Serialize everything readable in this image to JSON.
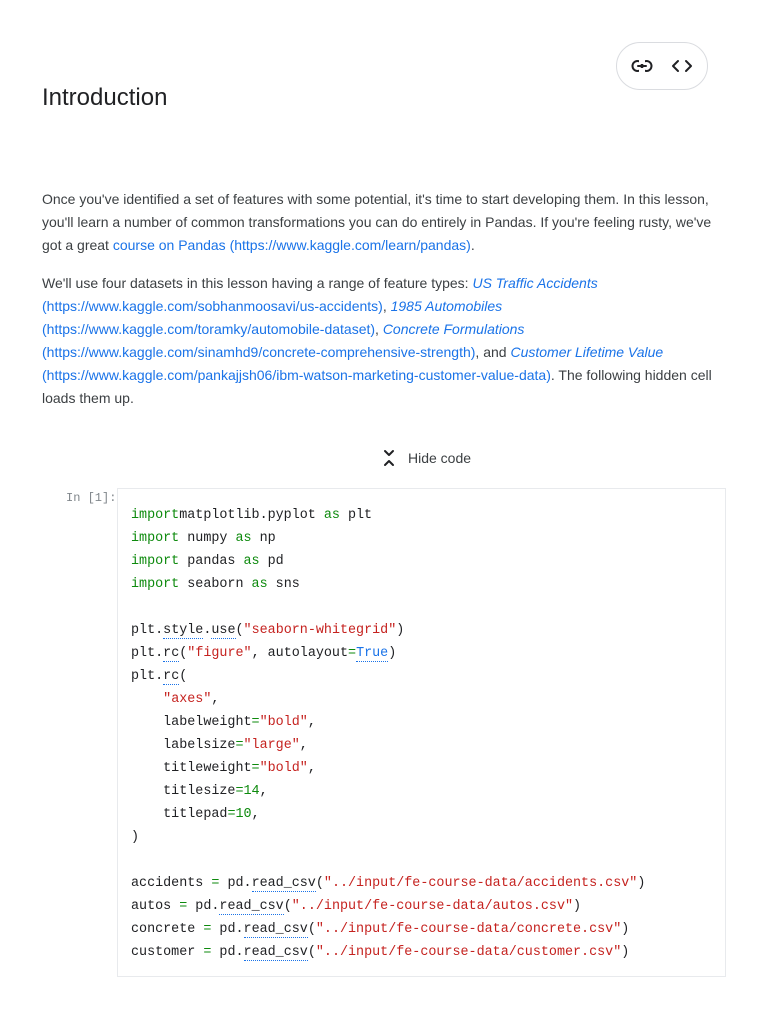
{
  "toolbar": {
    "link_icon": "link-icon",
    "code_icon": "code-brackets-icon"
  },
  "title": "Introduction",
  "intro": {
    "p1_before": "Once you've identified a set of features with some potential, it's time to start developing them. In this lesson, you'll learn a number of common transformations you can do entirely in Pandas. If you're feeling rusty, we've got a great ",
    "p1_link": "course on Pandas (https://www.kaggle.com/learn/pandas)",
    "p1_after": ".",
    "p2_before": "We'll use four datasets in this lesson having a range of feature types: ",
    "datasets": [
      {
        "name": "US Traffic Accidents",
        "url": "(https://www.kaggle.com/sobhanmoosavi/us-accidents)"
      },
      {
        "name": "1985 Automobiles",
        "url": "(https://www.kaggle.com/toramky/automobile-dataset)"
      },
      {
        "name": "Concrete Formulations",
        "url": "(https://www.kaggle.com/sinamhd9/concrete-comprehensive-strength)"
      },
      {
        "name": "Customer Lifetime Value",
        "url": "(https://www.kaggle.com/pankajjsh06/ibm-watson-marketing-customer-value-data)"
      }
    ],
    "sep_comma": ", ",
    "sep_and": ", and ",
    "p2_after": ". The following hidden cell loads them up."
  },
  "hide_code": {
    "label": "Hide code",
    "icon": "collapse-chevrons-icon"
  },
  "cell": {
    "prompt": "In [1]:",
    "lines": [
      [
        [
          "kw",
          "import"
        ],
        [
          "",
          "matplotlib.pyplot "
        ],
        [
          "kw",
          "as"
        ],
        [
          "",
          " plt"
        ]
      ],
      [
        [
          "kw",
          "import"
        ],
        [
          "",
          " numpy "
        ],
        [
          "kw",
          "as"
        ],
        [
          "",
          " np"
        ]
      ],
      [
        [
          "kw",
          "import"
        ],
        [
          "",
          " pandas "
        ],
        [
          "kw",
          "as"
        ],
        [
          "",
          " pd"
        ]
      ],
      [
        [
          "kw",
          "import"
        ],
        [
          "",
          " seaborn "
        ],
        [
          "kw",
          "as"
        ],
        [
          "",
          " sns"
        ]
      ],
      [],
      [
        [
          "",
          "plt."
        ],
        [
          "lnk",
          "style"
        ],
        [
          "",
          "."
        ],
        [
          "lnk",
          "use"
        ],
        [
          "",
          "("
        ],
        [
          "str",
          "\"seaborn-whitegrid\""
        ],
        [
          "",
          ")"
        ]
      ],
      [
        [
          "",
          "plt."
        ],
        [
          "lnk",
          "rc"
        ],
        [
          "",
          "("
        ],
        [
          "str",
          "\"figure\""
        ],
        [
          "",
          ", autolayout"
        ],
        [
          "op",
          "="
        ],
        [
          "kw-u",
          "True"
        ],
        [
          "",
          ")"
        ]
      ],
      [
        [
          "",
          "plt."
        ],
        [
          "lnk",
          "rc"
        ],
        [
          "",
          "("
        ]
      ],
      [
        [
          "",
          "    "
        ],
        [
          "str",
          "\"axes\""
        ],
        [
          "",
          ","
        ]
      ],
      [
        [
          "",
          "    labelweight"
        ],
        [
          "op",
          "="
        ],
        [
          "str",
          "\"bold\""
        ],
        [
          "",
          ","
        ]
      ],
      [
        [
          "",
          "    labelsize"
        ],
        [
          "op",
          "="
        ],
        [
          "str",
          "\"large\""
        ],
        [
          "",
          ","
        ]
      ],
      [
        [
          "",
          "    titleweight"
        ],
        [
          "op",
          "="
        ],
        [
          "str",
          "\"bold\""
        ],
        [
          "",
          ","
        ]
      ],
      [
        [
          "",
          "    titlesize"
        ],
        [
          "op",
          "="
        ],
        [
          "num",
          "14"
        ],
        [
          "",
          ","
        ]
      ],
      [
        [
          "",
          "    titlepad"
        ],
        [
          "op",
          "="
        ],
        [
          "num",
          "10"
        ],
        [
          "",
          ","
        ]
      ],
      [
        [
          "",
          ")"
        ]
      ],
      [],
      [
        [
          "",
          "accidents "
        ],
        [
          "op",
          "="
        ],
        [
          "",
          " pd."
        ],
        [
          "lnk",
          "read_csv"
        ],
        [
          "",
          "("
        ],
        [
          "str",
          "\"../input/fe-course-data/accidents.csv\""
        ],
        [
          "",
          ")"
        ]
      ],
      [
        [
          "",
          "autos "
        ],
        [
          "op",
          "="
        ],
        [
          "",
          " pd."
        ],
        [
          "lnk",
          "read_csv"
        ],
        [
          "",
          "("
        ],
        [
          "str",
          "\"../input/fe-course-data/autos.csv\""
        ],
        [
          "",
          ")"
        ]
      ],
      [
        [
          "",
          "concrete "
        ],
        [
          "op",
          "="
        ],
        [
          "",
          " pd."
        ],
        [
          "lnk",
          "read_csv"
        ],
        [
          "",
          "("
        ],
        [
          "str",
          "\"../input/fe-course-data/concrete.csv\""
        ],
        [
          "",
          ")"
        ]
      ],
      [
        [
          "",
          "customer "
        ],
        [
          "op",
          "="
        ],
        [
          "",
          " pd."
        ],
        [
          "lnk",
          "read_csv"
        ],
        [
          "",
          "("
        ],
        [
          "str",
          "\"../input/fe-course-data/customer.csv\""
        ],
        [
          "",
          ")"
        ]
      ]
    ]
  }
}
